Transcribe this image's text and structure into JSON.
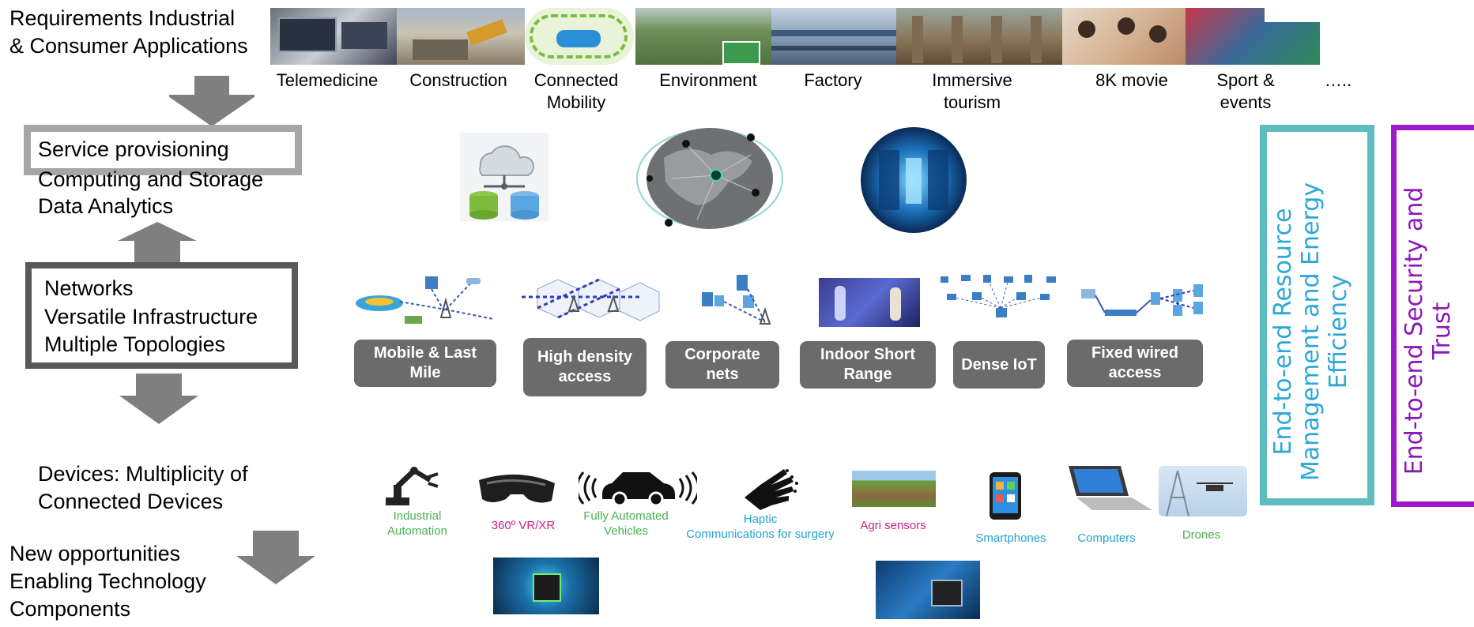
{
  "left": {
    "req_line1": "Requirements Industrial",
    "req_line2": "& Consumer Applications",
    "service_title": "Service provisioning",
    "service_line2": "Computing and Storage",
    "service_line3": "Data Analytics",
    "networks_title": "Networks",
    "networks_line2": "Versatile Infrastructure",
    "networks_line3": "Multiple Topologies",
    "devices_line1": "Devices: Multiplicity of",
    "devices_line2": "Connected Devices",
    "opp_line1": "New opportunities",
    "opp_line2": "Enabling Technology",
    "opp_line3": "Components"
  },
  "applications": {
    "telemedicine": "Telemedicine",
    "construction": "Construction",
    "mobility_1": "Connected",
    "mobility_2": "Mobility",
    "environment": "Environment",
    "factory": "Factory",
    "tourism_1": "Immersive",
    "tourism_2": "tourism",
    "movie": "8K movie",
    "sport_1": "Sport &",
    "sport_2": "events",
    "more": "….."
  },
  "networks": {
    "mobile": "Mobile & Last Mile",
    "density": "High density access",
    "corporate": "Corporate nets",
    "indoor": "Indoor Short Range",
    "iot": "Dense IoT",
    "fixed": "Fixed wired access"
  },
  "devices": {
    "industrial_1": "Industrial",
    "industrial_2": "Automation",
    "vr": "360º VR/XR",
    "vehicles_1": "Fully Automated",
    "vehicles_2": "Vehicles",
    "haptic_1": "Haptic",
    "haptic_2": "Communications for surgery",
    "agri": "Agri sensors",
    "smartphones": "Smartphones",
    "computers": "Computers",
    "drones": "Drones"
  },
  "side_panels": {
    "resource_1": "End-to-end Resource",
    "resource_2": "Management and Energy",
    "resource_3": "Efficiency",
    "security_1": "End-to-end Security and",
    "security_2": "Trust"
  },
  "colors": {
    "teal": "#5fbcc0",
    "teal_text": "#2aa8d8",
    "purple": "#9b19c9",
    "purple_text": "#8a1ab8",
    "arrow": "#7f7f7f",
    "pill": "#6b6b6b",
    "green_label": "#4caf50",
    "magenta_label": "#d0208a",
    "blue_label": "#21a3d6"
  }
}
